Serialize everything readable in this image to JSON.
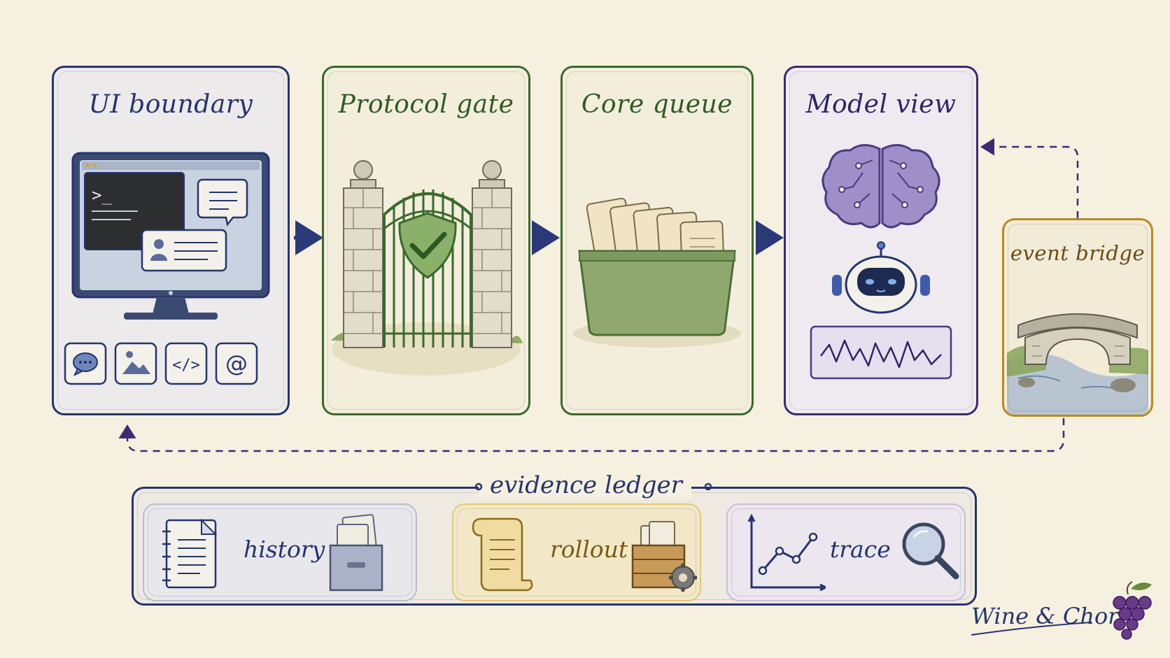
{
  "cards": {
    "ui_boundary": "UI boundary",
    "protocol_gate": "Protocol gate",
    "core_queue": "Core queue",
    "model_view": "Model view",
    "event_bridge": "event bridge"
  },
  "ledger": {
    "title": "evidence ledger",
    "items": [
      "history",
      "rollout",
      "trace"
    ]
  },
  "brand": "Wine & Chord",
  "colors": {
    "navy": "#25346f",
    "green": "#3a6a2c",
    "purple": "#3c2a72",
    "gold": "#b88a1c",
    "paper": "#f6f0e0"
  }
}
